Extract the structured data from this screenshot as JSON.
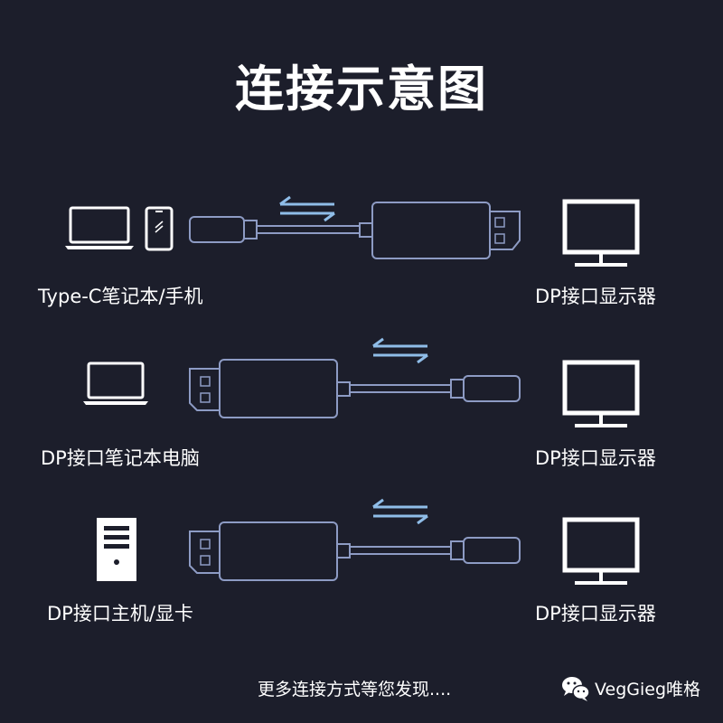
{
  "title": "连接示意图",
  "rows": [
    {
      "source_label": "Type-C笔记本/手机",
      "target_label": "DP接口显示器"
    },
    {
      "source_label": "DP接口笔记本电脑",
      "target_label": "DP接口显示器"
    },
    {
      "source_label": "DP接口主机/显卡",
      "target_label": "DP接口显示器"
    }
  ],
  "footer": {
    "text": "更多连接方式等您发现....",
    "brand": "VegGieg唯格"
  },
  "colors": {
    "background": "#1c1e2b",
    "line": "#ffffff",
    "cable": "#8d9bc4",
    "arrow": "#8fbde8"
  },
  "icons": [
    "laptop-icon",
    "phone-icon",
    "monitor-icon",
    "desktop-tower-icon",
    "displayport-plug-icon",
    "usb-c-plug-icon",
    "bidirectional-arrow-icon",
    "wechat-icon"
  ]
}
